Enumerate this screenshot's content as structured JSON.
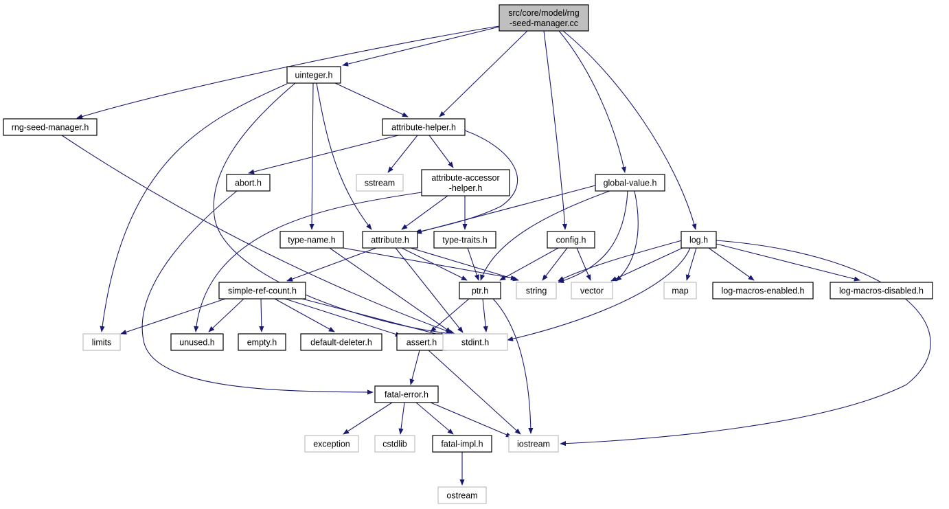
{
  "graph": {
    "nodes": [
      {
        "id": "root",
        "lines": [
          "src/core/model/rng",
          "-seed-manager.cc"
        ],
        "kind": "root"
      },
      {
        "id": "uinteger",
        "lines": [
          "uinteger.h"
        ],
        "kind": "doc"
      },
      {
        "id": "rng-seed-manager",
        "lines": [
          "rng-seed-manager.h"
        ],
        "kind": "doc"
      },
      {
        "id": "attribute-helper",
        "lines": [
          "attribute-helper.h"
        ],
        "kind": "doc"
      },
      {
        "id": "abort",
        "lines": [
          "abort.h"
        ],
        "kind": "doc"
      },
      {
        "id": "sstream",
        "lines": [
          "sstream"
        ],
        "kind": "system"
      },
      {
        "id": "attribute-accessor-helper",
        "lines": [
          "attribute-accessor",
          "-helper.h"
        ],
        "kind": "doc"
      },
      {
        "id": "global-value",
        "lines": [
          "global-value.h"
        ],
        "kind": "doc"
      },
      {
        "id": "type-name",
        "lines": [
          "type-name.h"
        ],
        "kind": "doc"
      },
      {
        "id": "attribute",
        "lines": [
          "attribute.h"
        ],
        "kind": "doc"
      },
      {
        "id": "type-traits",
        "lines": [
          "type-traits.h"
        ],
        "kind": "doc"
      },
      {
        "id": "config",
        "lines": [
          "config.h"
        ],
        "kind": "doc"
      },
      {
        "id": "log",
        "lines": [
          "log.h"
        ],
        "kind": "doc"
      },
      {
        "id": "simple-ref-count",
        "lines": [
          "simple-ref-count.h"
        ],
        "kind": "doc"
      },
      {
        "id": "ptr",
        "lines": [
          "ptr.h"
        ],
        "kind": "doc"
      },
      {
        "id": "string",
        "lines": [
          "string"
        ],
        "kind": "system"
      },
      {
        "id": "vector",
        "lines": [
          "vector"
        ],
        "kind": "system"
      },
      {
        "id": "map",
        "lines": [
          "map"
        ],
        "kind": "system"
      },
      {
        "id": "log-macros-enabled",
        "lines": [
          "log-macros-enabled.h"
        ],
        "kind": "doc"
      },
      {
        "id": "log-macros-disabled",
        "lines": [
          "log-macros-disabled.h"
        ],
        "kind": "doc"
      },
      {
        "id": "limits",
        "lines": [
          "limits"
        ],
        "kind": "system"
      },
      {
        "id": "unused",
        "lines": [
          "unused.h"
        ],
        "kind": "doc"
      },
      {
        "id": "empty",
        "lines": [
          "empty.h"
        ],
        "kind": "doc"
      },
      {
        "id": "default-deleter",
        "lines": [
          "default-deleter.h"
        ],
        "kind": "doc"
      },
      {
        "id": "assert",
        "lines": [
          "assert.h"
        ],
        "kind": "doc"
      },
      {
        "id": "stdint",
        "lines": [
          "stdint.h"
        ],
        "kind": "system"
      },
      {
        "id": "fatal-error",
        "lines": [
          "fatal-error.h"
        ],
        "kind": "doc"
      },
      {
        "id": "exception",
        "lines": [
          "exception"
        ],
        "kind": "system"
      },
      {
        "id": "cstdlib",
        "lines": [
          "cstdlib"
        ],
        "kind": "system"
      },
      {
        "id": "fatal-impl",
        "lines": [
          "fatal-impl.h"
        ],
        "kind": "doc"
      },
      {
        "id": "iostream",
        "lines": [
          "iostream"
        ],
        "kind": "system"
      },
      {
        "id": "ostream",
        "lines": [
          "ostream"
        ],
        "kind": "system"
      }
    ],
    "edges": [
      {
        "from": "root",
        "to": "uinteger"
      },
      {
        "from": "root",
        "to": "rng-seed-manager"
      },
      {
        "from": "root",
        "to": "attribute-helper"
      },
      {
        "from": "root",
        "to": "config"
      },
      {
        "from": "root",
        "to": "global-value"
      },
      {
        "from": "root",
        "to": "log"
      },
      {
        "from": "uinteger",
        "to": "attribute-helper"
      },
      {
        "from": "uinteger",
        "to": "limits"
      },
      {
        "from": "uinteger",
        "to": "stdint"
      },
      {
        "from": "uinteger",
        "to": "type-name"
      },
      {
        "from": "uinteger",
        "to": "attribute"
      },
      {
        "from": "rng-seed-manager",
        "to": "stdint"
      },
      {
        "from": "attribute-helper",
        "to": "abort"
      },
      {
        "from": "attribute-helper",
        "to": "sstream"
      },
      {
        "from": "attribute-helper",
        "to": "attribute-accessor-helper"
      },
      {
        "from": "attribute-helper",
        "to": "attribute"
      },
      {
        "from": "abort",
        "to": "fatal-error"
      },
      {
        "from": "attribute-accessor-helper",
        "to": "attribute"
      },
      {
        "from": "attribute-accessor-helper",
        "to": "type-traits"
      },
      {
        "from": "attribute-accessor-helper",
        "to": "unused"
      },
      {
        "from": "global-value",
        "to": "attribute"
      },
      {
        "from": "global-value",
        "to": "ptr"
      },
      {
        "from": "global-value",
        "to": "string"
      },
      {
        "from": "global-value",
        "to": "vector"
      },
      {
        "from": "type-name",
        "to": "string"
      },
      {
        "from": "type-name",
        "to": "stdint"
      },
      {
        "from": "attribute",
        "to": "simple-ref-count"
      },
      {
        "from": "attribute",
        "to": "ptr"
      },
      {
        "from": "attribute",
        "to": "string"
      },
      {
        "from": "attribute",
        "to": "stdint"
      },
      {
        "from": "type-traits",
        "to": "ptr"
      },
      {
        "from": "config",
        "to": "ptr"
      },
      {
        "from": "config",
        "to": "string"
      },
      {
        "from": "config",
        "to": "vector"
      },
      {
        "from": "log",
        "to": "string"
      },
      {
        "from": "log",
        "to": "vector"
      },
      {
        "from": "log",
        "to": "map"
      },
      {
        "from": "log",
        "to": "log-macros-enabled"
      },
      {
        "from": "log",
        "to": "log-macros-disabled"
      },
      {
        "from": "log",
        "to": "stdint"
      },
      {
        "from": "log",
        "to": "iostream"
      },
      {
        "from": "simple-ref-count",
        "to": "limits"
      },
      {
        "from": "simple-ref-count",
        "to": "unused"
      },
      {
        "from": "simple-ref-count",
        "to": "empty"
      },
      {
        "from": "simple-ref-count",
        "to": "default-deleter"
      },
      {
        "from": "simple-ref-count",
        "to": "assert"
      },
      {
        "from": "simple-ref-count",
        "to": "stdint"
      },
      {
        "from": "ptr",
        "to": "assert"
      },
      {
        "from": "ptr",
        "to": "stdint"
      },
      {
        "from": "ptr",
        "to": "iostream"
      },
      {
        "from": "assert",
        "to": "fatal-error"
      },
      {
        "from": "assert",
        "to": "iostream"
      },
      {
        "from": "fatal-error",
        "to": "exception"
      },
      {
        "from": "fatal-error",
        "to": "cstdlib"
      },
      {
        "from": "fatal-error",
        "to": "fatal-impl"
      },
      {
        "from": "fatal-error",
        "to": "iostream"
      },
      {
        "from": "fatal-impl",
        "to": "ostream"
      }
    ]
  },
  "colors": {
    "edge": "#191970",
    "root_fill": "#bfbfbf",
    "doc_border": "#000000",
    "system_border": "#bfbfbf",
    "text": "#000000"
  }
}
